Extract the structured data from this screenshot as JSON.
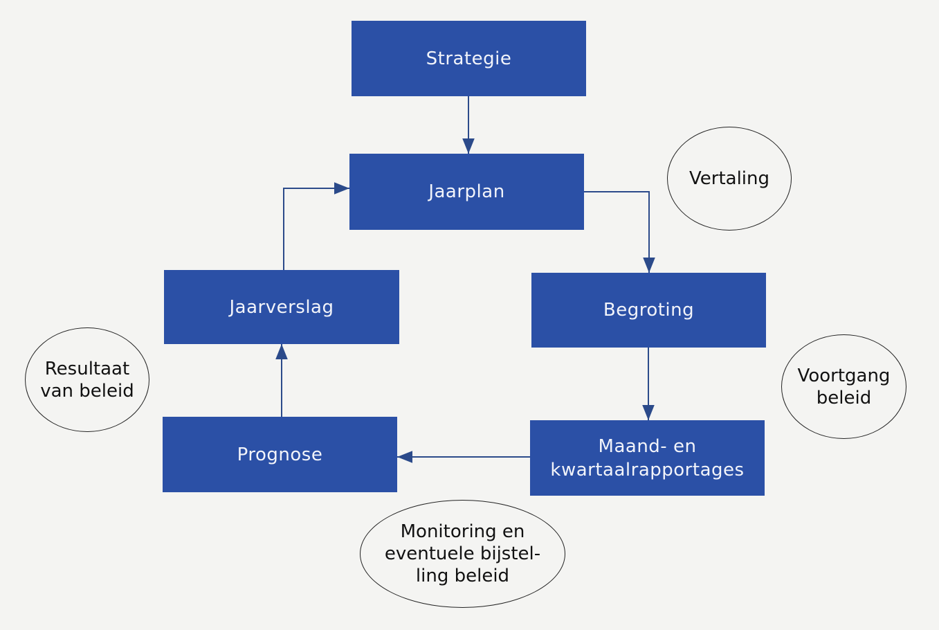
{
  "boxes": {
    "strategie": "Strategie",
    "jaarplan": "Jaarplan",
    "jaarverslag": "Jaarverslag",
    "begroting": "Begroting",
    "prognose": "Prognose",
    "rapportages": "Maand- en\nkwartaalrapportages"
  },
  "ovals": {
    "vertaling": "Vertaling",
    "resultaat": "Resultaat\nvan beleid",
    "voortgang": "Voortgang\nbeleid",
    "monitoring": "Monitoring en\neventuele bijstel-\nling beleid"
  },
  "colors": {
    "box": "#2b50a6",
    "arrow": "#2b4a8a"
  }
}
